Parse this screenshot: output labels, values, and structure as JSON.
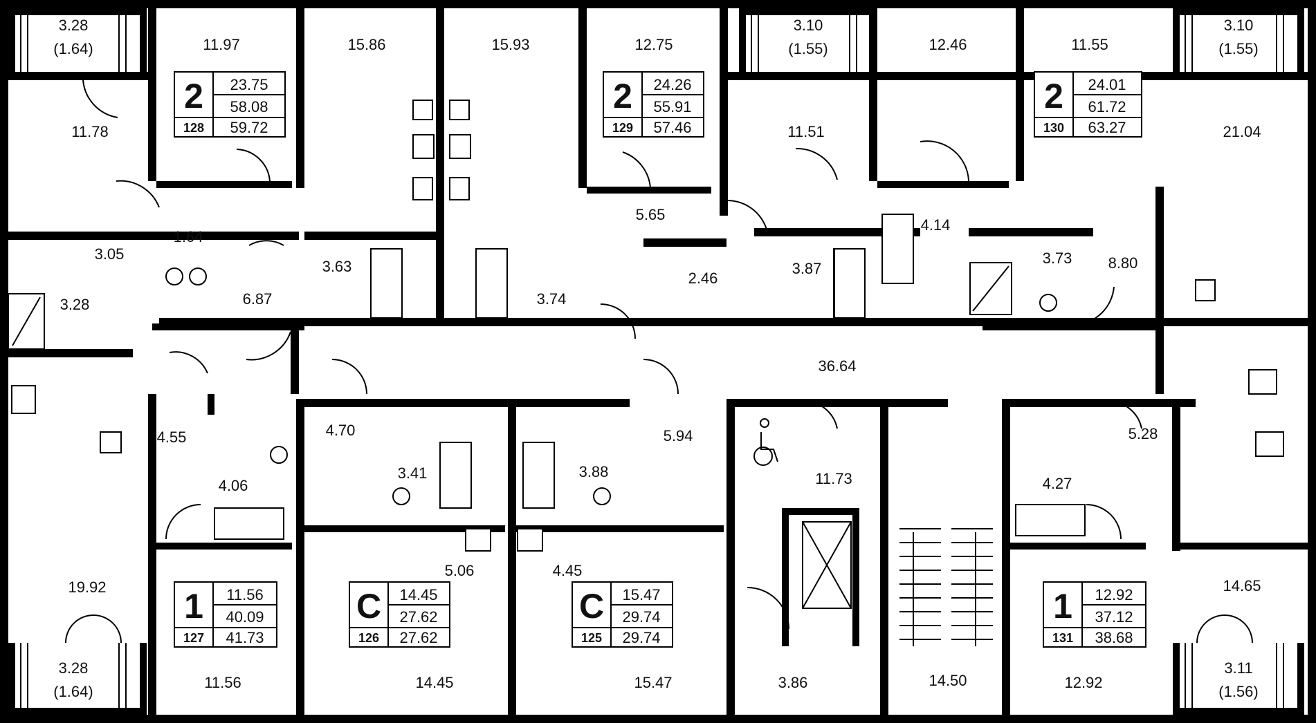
{
  "colors": {
    "wall": "#000000",
    "background": "#ffffff",
    "line": "#000000"
  },
  "rooms": {
    "balcony_tl_area": "3.28",
    "balcony_tl_half": "(1.64)",
    "r_11_97": "11.97",
    "r_15_86": "15.86",
    "r_15_93": "15.93",
    "r_12_75": "12.75",
    "balcony_tc_area": "3.10",
    "balcony_tc_half": "(1.55)",
    "r_12_46": "12.46",
    "r_11_55": "11.55",
    "balcony_tr_area": "3.10",
    "balcony_tr_half": "(1.55)",
    "r_11_78": "11.78",
    "r_11_51": "11.51",
    "r_21_04": "21.04",
    "r_5_65": "5.65",
    "r_4_14": "4.14",
    "r_1_64": "1.64",
    "r_3_05": "3.05",
    "r_3_63": "3.63",
    "r_2_46": "2.46",
    "r_3_87": "3.87",
    "r_3_73": "3.73",
    "r_8_80": "8.80",
    "r_3_28": "3.28",
    "r_6_87": "6.87",
    "r_3_74": "3.74",
    "r_36_64": "36.64",
    "r_4_55": "4.55",
    "r_4_70": "4.70",
    "r_5_94": "5.94",
    "r_5_28": "5.28",
    "r_3_41": "3.41",
    "r_3_88": "3.88",
    "r_4_06": "4.06",
    "r_11_73": "11.73",
    "r_4_27": "4.27",
    "r_5_06": "5.06",
    "r_4_45": "4.45",
    "r_19_92": "19.92",
    "r_14_65": "14.65",
    "r_11_56": "11.56",
    "r_14_45": "14.45",
    "r_15_47": "15.47",
    "r_3_86": "3.86",
    "r_14_50": "14.50",
    "r_12_92": "12.92",
    "balcony_bl_area": "3.28",
    "balcony_bl_half": "(1.64)",
    "balcony_br_area": "3.11",
    "balcony_br_half": "(1.56)"
  },
  "apartments": [
    {
      "type": "2",
      "number": "128",
      "living": "23.75",
      "total": "58.08",
      "with_balcony": "59.72"
    },
    {
      "type": "2",
      "number": "129",
      "living": "24.26",
      "total": "55.91",
      "with_balcony": "57.46"
    },
    {
      "type": "2",
      "number": "130",
      "living": "24.01",
      "total": "61.72",
      "with_balcony": "63.27"
    },
    {
      "type": "1",
      "number": "127",
      "living": "11.56",
      "total": "40.09",
      "with_balcony": "41.73"
    },
    {
      "type": "С",
      "number": "126",
      "living": "14.45",
      "total": "27.62",
      "with_balcony": "27.62"
    },
    {
      "type": "С",
      "number": "125",
      "living": "15.47",
      "total": "29.74",
      "with_balcony": "29.74"
    },
    {
      "type": "1",
      "number": "131",
      "living": "12.92",
      "total": "37.12",
      "with_balcony": "38.68"
    }
  ],
  "icons": {
    "wheelchair": "wheelchair-accessible-icon",
    "elevator": "elevator-shaft-icon",
    "stairs": "staircase-icon"
  }
}
